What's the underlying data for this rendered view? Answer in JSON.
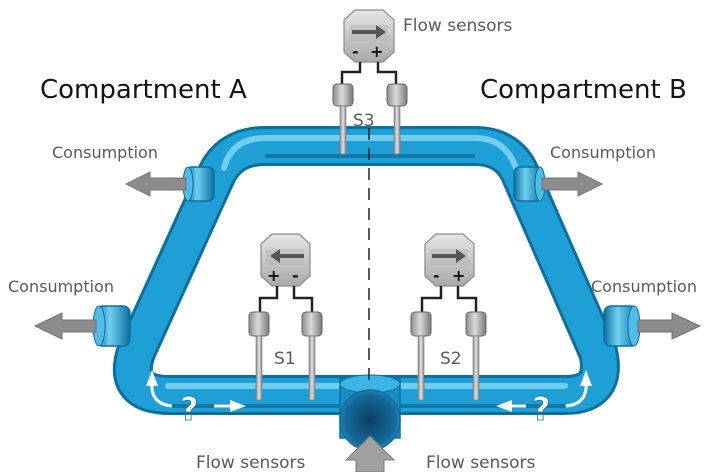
{
  "diagram": {
    "compartment_a": "Compartment A",
    "compartment_b": "Compartment B",
    "flow_sensors_top": "Flow sensors",
    "flow_sensors_bottom_left": "Flow sensors",
    "flow_sensors_bottom_right": "Flow sensors",
    "consumption_upper_left": "Consumption",
    "consumption_upper_right": "Consumption",
    "consumption_lower_left": "Consumption",
    "consumption_lower_right": "Consumption",
    "sensor_s1": "S1",
    "sensor_s2": "S2",
    "sensor_s3": "S3",
    "question_left": "?",
    "question_right": "?",
    "meter_s3": {
      "minus": "-",
      "plus": "+"
    },
    "meter_s1": {
      "plus": "+",
      "minus": "-"
    },
    "meter_s2": {
      "minus": "-",
      "plus": "+"
    }
  },
  "colors": {
    "pipe": "#1e9fd6",
    "pipe_highlight": "#6fd0f2",
    "pipe_dark": "#0d6f9e",
    "arrow_grey": "#8c8c8c",
    "meter_grey": "#c8c8c8"
  }
}
